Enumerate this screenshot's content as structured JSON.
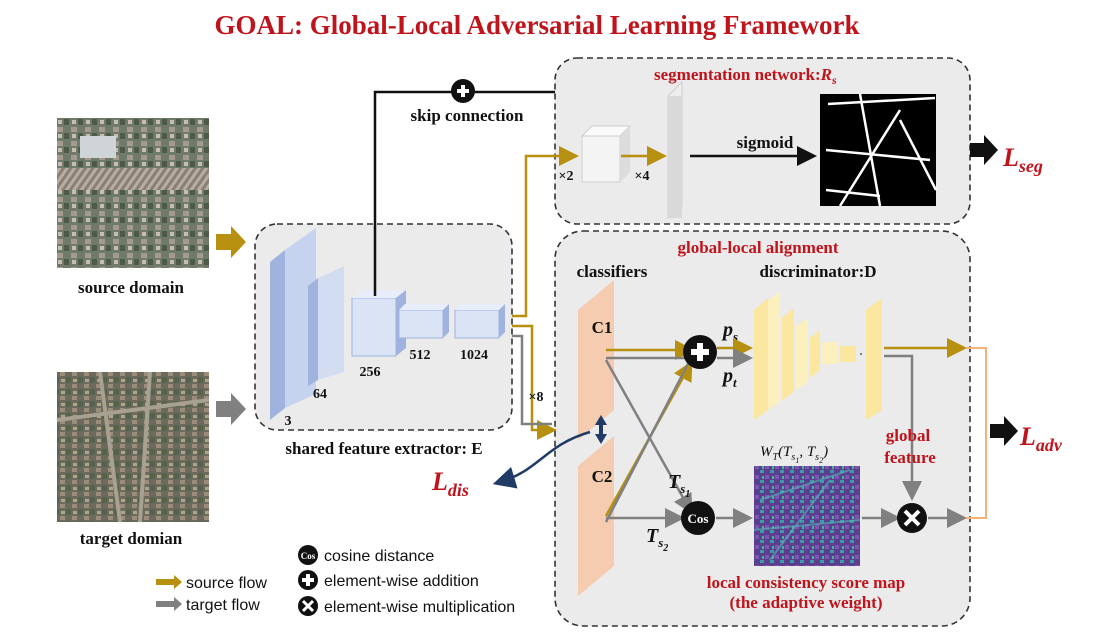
{
  "title": "GOAL: Global-Local Adversarial Learning Framework",
  "colors": {
    "title_red": "#c0141c",
    "source_flow": "#b8900f",
    "target_flow": "#808080",
    "encoder_blue": "#c6d3ee",
    "classifier_orange": "#f6c9a8",
    "discriminator_yellow": "#fbe7a0",
    "box_fill": "#ebebeb",
    "dis_arrow": "#1f3b66"
  },
  "inputs": {
    "source_label": "source domain",
    "target_label": "target domian"
  },
  "encoder": {
    "label": "shared feature extractor: E",
    "channels": [
      "3",
      "64",
      "256",
      "512",
      "1024"
    ],
    "upsample_label": "×8"
  },
  "segmentation": {
    "title": "segmentation network:",
    "title_symbol": "R",
    "title_sub": "s",
    "skip_label": "skip connection",
    "up2_label": "×2",
    "up4_label": "×4",
    "sigmoid_label": "sigmoid",
    "loss": {
      "main": "L",
      "sub": "seg"
    }
  },
  "alignment": {
    "title": "global-local alignment",
    "classifiers_label": "classifiers",
    "discriminator_label": "discriminator:D",
    "c1_label": "C1",
    "c2_label": "C2",
    "ps": {
      "main": "p",
      "sub": "s"
    },
    "pt": {
      "main": "p",
      "sub": "t"
    },
    "ts1": {
      "main": "T",
      "sub": "s",
      "subsub": "1"
    },
    "ts2": {
      "main": "T",
      "sub": "s",
      "subsub": "2"
    },
    "cos_label": "Cos",
    "wt_label": {
      "main": "W",
      "sub": "T",
      "args": "(T",
      "a1": "s",
      "a1s": "1",
      "comma": ", T",
      "a2": "s",
      "a2s": "2",
      "close": ")"
    },
    "global_feature_label": [
      "global",
      "feature"
    ],
    "local_map_label": [
      "local consistency score map",
      "(the adaptive weight)"
    ],
    "loss_adv": {
      "main": "L",
      "sub": "adv"
    },
    "loss_dis": {
      "main": "L",
      "sub": "dis"
    }
  },
  "legend": {
    "source_flow": "source flow",
    "target_flow": "target flow",
    "cos_icon_text": "Cos",
    "cosine": "cosine distance",
    "addition": "element-wise addition",
    "multiplication": "element-wise multiplication"
  }
}
